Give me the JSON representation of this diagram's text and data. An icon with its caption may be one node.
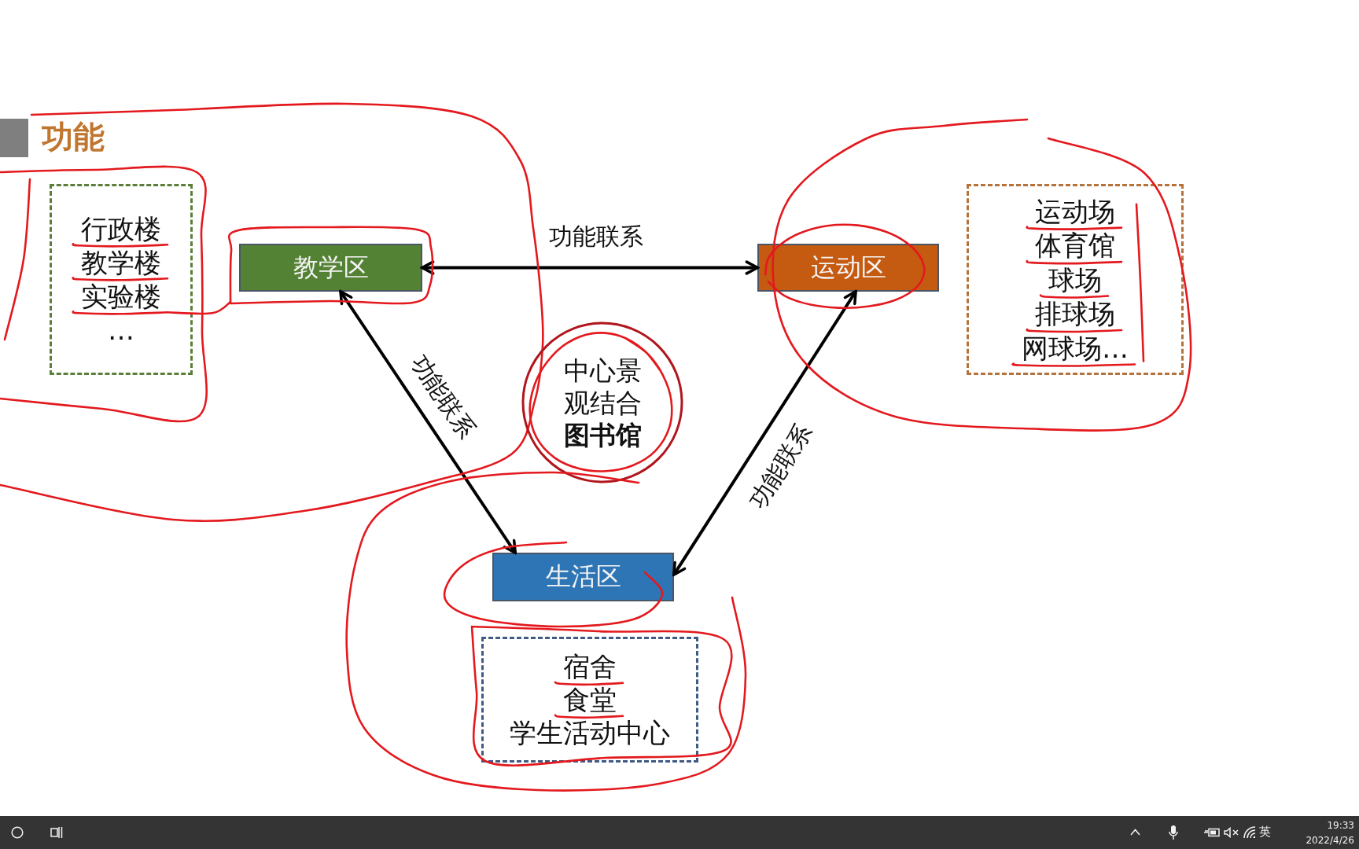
{
  "diagram": {
    "title": "功能",
    "nodes": [
      {
        "text": [
          "行政楼",
          "教学楼",
          "实验楼",
          "…"
        ]
      },
      {
        "text": [
          "教学区"
        ]
      },
      {
        "text": [
          "运动区"
        ]
      },
      {
        "text": [
          "运动场",
          "体育馆",
          "球场",
          "排球场",
          "网球场…"
        ]
      },
      {
        "text": [
          "生活区"
        ]
      },
      {
        "text": [
          "宿舍",
          "食堂",
          "学生活动中心"
        ]
      }
    ],
    "edges": [
      {
        "from": 1,
        "to": 2,
        "arrow": "both",
        "label": "功能联系"
      },
      {
        "from": 1,
        "to": 4,
        "arrow": "both",
        "label": "功能联系"
      },
      {
        "from": 2,
        "to": 4,
        "arrow": "both",
        "label": "功能联系"
      }
    ],
    "labels": [
      "中心景观结合**图书馆**",
      "英",
      "19:33",
      "2022/4/26"
    ]
  }
}
